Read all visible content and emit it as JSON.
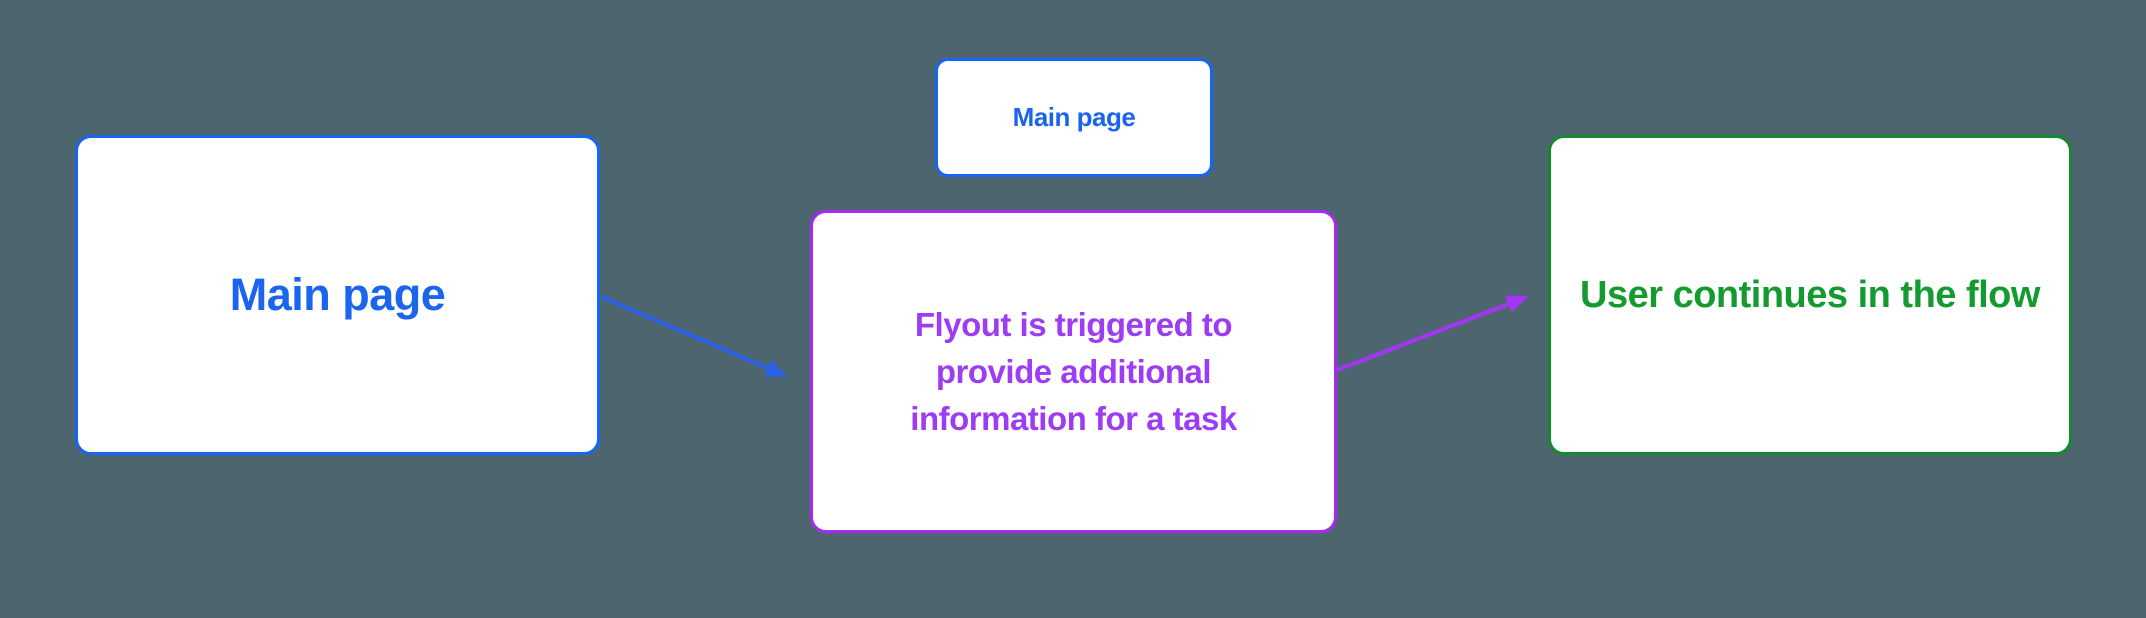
{
  "canvas": {
    "background": "#4c656f"
  },
  "nodes": {
    "main_page": {
      "label": "Main page",
      "text_color": "#1b64ee",
      "border_color": "#1565f6",
      "fill": "#ffffff"
    },
    "main_page_mini": {
      "label": "Main page",
      "text_color": "#1b64ee",
      "border_color": "#1565f6",
      "fill": "#ffffff"
    },
    "flyout": {
      "label": "Flyout is triggered to\nprovide additional\ninformation for a task",
      "text_color": "#9d3cf3",
      "border_color": "#a928f2",
      "fill": "#ffffff"
    },
    "user_flow": {
      "label": "User continues in the flow",
      "text_color": "#149b2f",
      "border_color": "#148a2c",
      "fill": "#ffffff"
    }
  },
  "arrows": {
    "main_to_flyout": {
      "color": "#2a63ea"
    },
    "flyout_to_user": {
      "color": "#a436f3"
    }
  }
}
